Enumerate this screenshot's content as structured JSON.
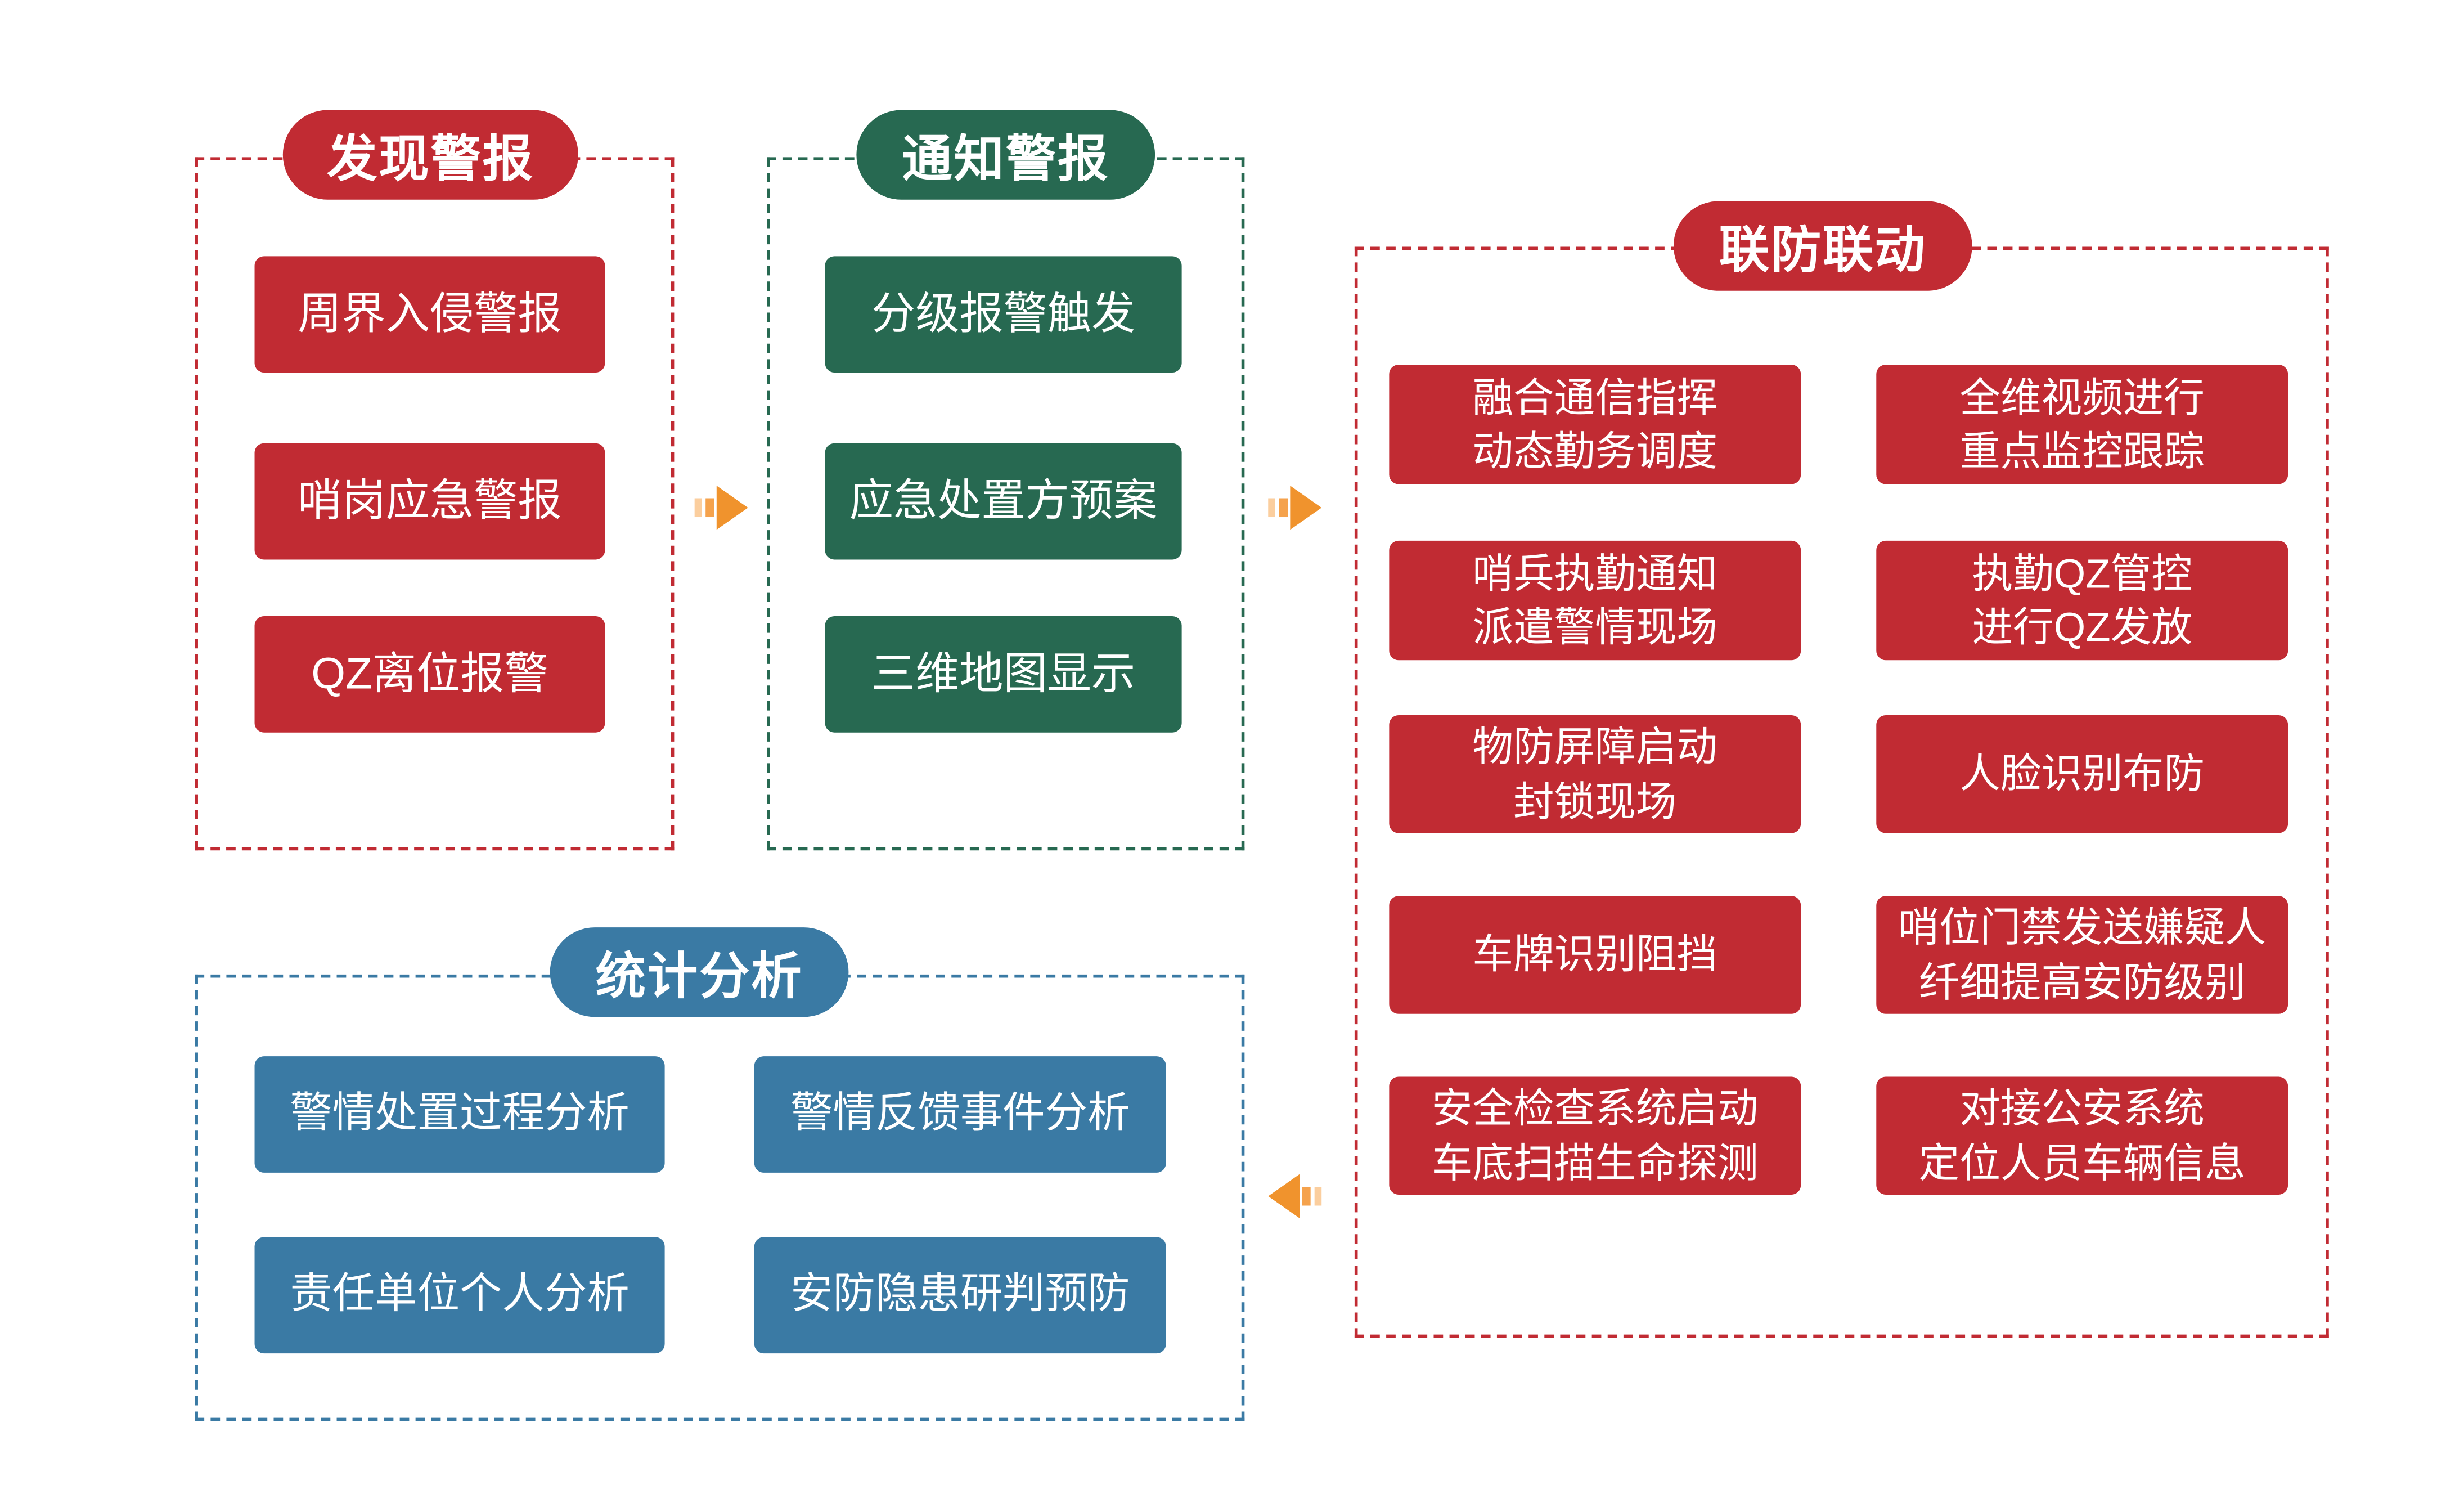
{
  "colors": {
    "red": "#C12B33",
    "green": "#276951",
    "blue": "#3A7AA4",
    "orange": "#F0932D",
    "orange-light": "#FBCE9E",
    "orange-mid": "#F5A24C"
  },
  "discover": {
    "title": "发现警报",
    "items": [
      "周界入侵警报",
      "哨岗应急警报",
      "QZ离位报警"
    ]
  },
  "notify": {
    "title": "通知警报",
    "items": [
      "分级报警触发",
      "应急处置方预案",
      "三维地图显示"
    ]
  },
  "joint": {
    "title": "联防联动",
    "left": [
      "融合通信指挥\n动态勤务调度",
      "哨兵执勤通知\n派遣警情现场",
      "物防屏障启动\n封锁现场",
      "车牌识别阻挡",
      "安全检查系统启动\n车底扫描生命探测"
    ],
    "right": [
      "全维视频进行\n重点监控跟踪",
      "执勤QZ管控\n进行QZ发放",
      "人脸识别布防",
      "哨位门禁发送嫌疑人\n纤细提高安防级别",
      "对接公安系统\n定位人员车辆信息"
    ]
  },
  "stats": {
    "title": "统计分析",
    "items": [
      "警情处置过程分析",
      "警情反馈事件分析",
      "责任单位个人分析",
      "安防隐患研判预防"
    ]
  }
}
